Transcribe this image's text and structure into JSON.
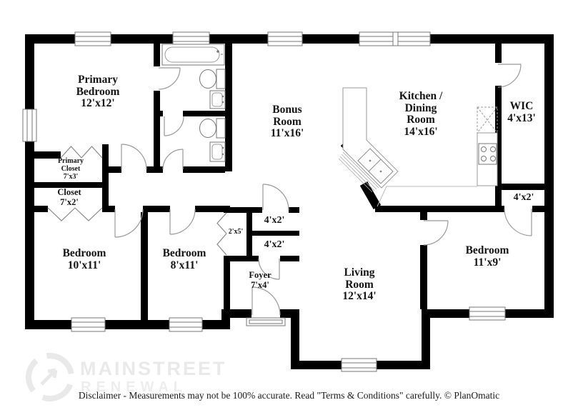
{
  "rooms": [
    {
      "name": "Primary\nBedroom",
      "dims": "12'x12'"
    },
    {
      "name": "Primary\nCloset",
      "dims": "7'x3'"
    },
    {
      "name": "Closet",
      "dims": "7'x2'"
    },
    {
      "name": "Bedroom",
      "dims": "10'x11'"
    },
    {
      "name": "Bedroom",
      "dims": "8'x11'"
    },
    {
      "dims": "2'x5'"
    },
    {
      "dims": "4'x2'"
    },
    {
      "dims": "4'x2'"
    },
    {
      "name": "Foyer",
      "dims": "7'x4'"
    },
    {
      "name": "Bonus\nRoom",
      "dims": "11'x16'"
    },
    {
      "name": "Kitchen /\nDining\nRoom",
      "dims": "14'x16'"
    },
    {
      "name": "WIC",
      "dims": "4'x13'"
    },
    {
      "dims": "4'x2'"
    },
    {
      "name": "Living\nRoom",
      "dims": "12'x14'"
    },
    {
      "name": "Bedroom",
      "dims": "11'x9'"
    }
  ],
  "watermark": {
    "line1": "MAINSTREET",
    "line2": "RENEWAL"
  },
  "footer": {
    "disclaimer": "Disclaimer - Measurements may not be 100% accurate. Read \"Terms & Conditions\" carefully. © PlanOmatic"
  },
  "fixtures": [
    "bathtub",
    "toilet",
    "sink",
    "double-kitchen-sink",
    "stove",
    "pantry-box",
    "bifold-closet-doors",
    "door-swing",
    "window"
  ],
  "colors": {
    "wall": "#000000",
    "fixture_line": "#777777",
    "door_line": "#999999",
    "label_text": "#141414",
    "watermark": "#e9e9e9"
  }
}
